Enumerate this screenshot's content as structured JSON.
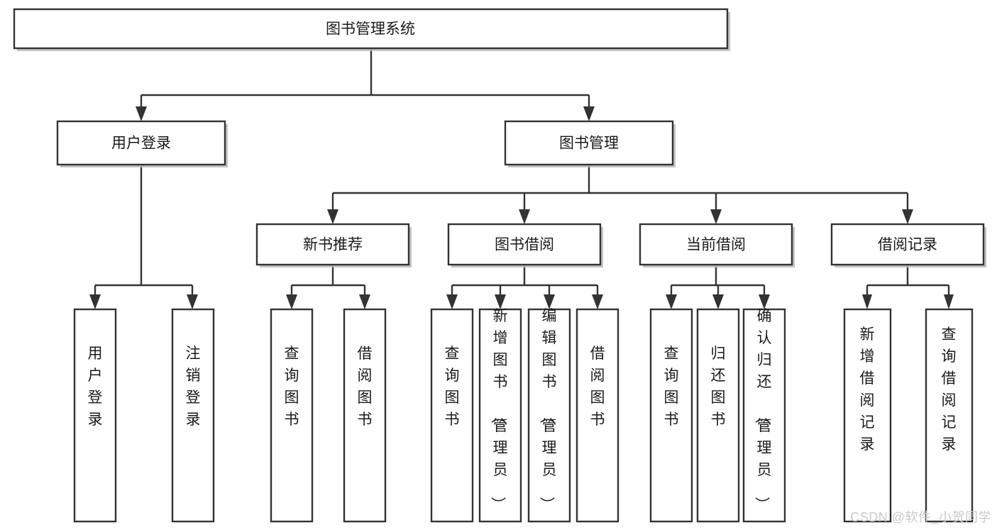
{
  "diagram": {
    "type": "tree-hierarchy",
    "title": "图书管理系统",
    "orientation": "top-down",
    "colors": {
      "box_stroke": "#333333",
      "box_fill": "#ffffff",
      "text": "#1a1a1a",
      "shadow": "#b8b8b8",
      "watermark": "#c9c9c9",
      "background": "#ffffff"
    },
    "root": {
      "label": "图书管理系统"
    },
    "level2": [
      {
        "label": "用户登录"
      },
      {
        "label": "图书管理"
      }
    ],
    "level3": [
      {
        "label": "新书推荐"
      },
      {
        "label": "图书借阅"
      },
      {
        "label": "当前借阅"
      },
      {
        "label": "借阅记录"
      }
    ],
    "leaves": {
      "user_login": [
        {
          "label": "用户登录"
        },
        {
          "label": "注销登录"
        }
      ],
      "new_book_recommend": [
        {
          "label": "查询图书"
        },
        {
          "label": "借阅图书"
        }
      ],
      "book_borrow": [
        {
          "label": "查询图书"
        },
        {
          "label": "新增图书（管理员）"
        },
        {
          "label": "编辑图书（管理员）"
        },
        {
          "label": "借阅图书"
        }
      ],
      "current_borrow": [
        {
          "label": "查询图书"
        },
        {
          "label": "归还图书"
        },
        {
          "label": "确认归还（管理员）"
        }
      ],
      "borrow_record": [
        {
          "label": "新增借阅记录"
        },
        {
          "label": "查询借阅记录"
        }
      ]
    }
  },
  "watermark": {
    "text": "CSDN @软件_小贺同学"
  }
}
